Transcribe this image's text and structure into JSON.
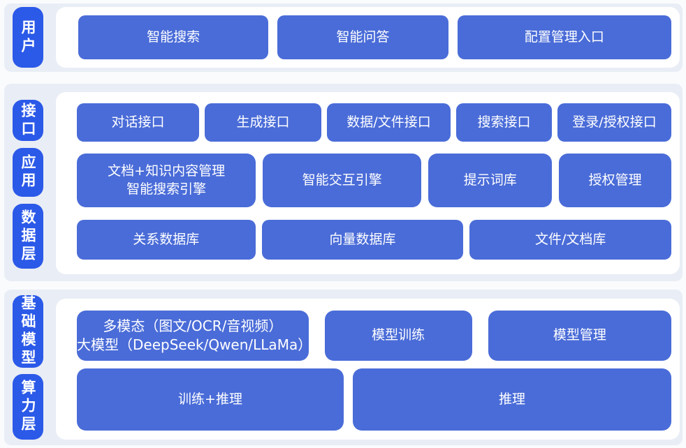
{
  "palette": {
    "page_bg": "#FAFBFD",
    "section_bg": "#E9EDF5",
    "panel_bg": "#FFFFFF",
    "rail_pill_bg": "#2B59E8",
    "block_bg": "#4A6CD8",
    "text_color": "#FFFFFF"
  },
  "sections": [
    {
      "rail": [
        "用户"
      ],
      "rows": [
        [
          "智能搜索",
          "智能问答",
          "配置管理入口"
        ]
      ]
    },
    {
      "rail": [
        "接口",
        "应用",
        "数据层"
      ],
      "rows": [
        [
          "对话接口",
          "生成接口",
          "数据/文件接口",
          "搜索接口",
          "登录/授权接口"
        ],
        [
          "文档+知识内容管理\n智能搜索引擎",
          "智能交互引擎",
          "提示词库",
          "授权管理"
        ],
        [
          "关系数据库",
          "向量数据库",
          "文件/文档库"
        ]
      ]
    },
    {
      "rail": [
        "基础模型",
        "算力层"
      ],
      "rows": [
        [
          "多模态（图文/OCR/音视频）\n大模型（DeepSeek/Qwen/LLaMa）",
          "模型训练",
          "模型管理"
        ],
        [
          "训练+推理",
          "推理"
        ]
      ]
    }
  ]
}
